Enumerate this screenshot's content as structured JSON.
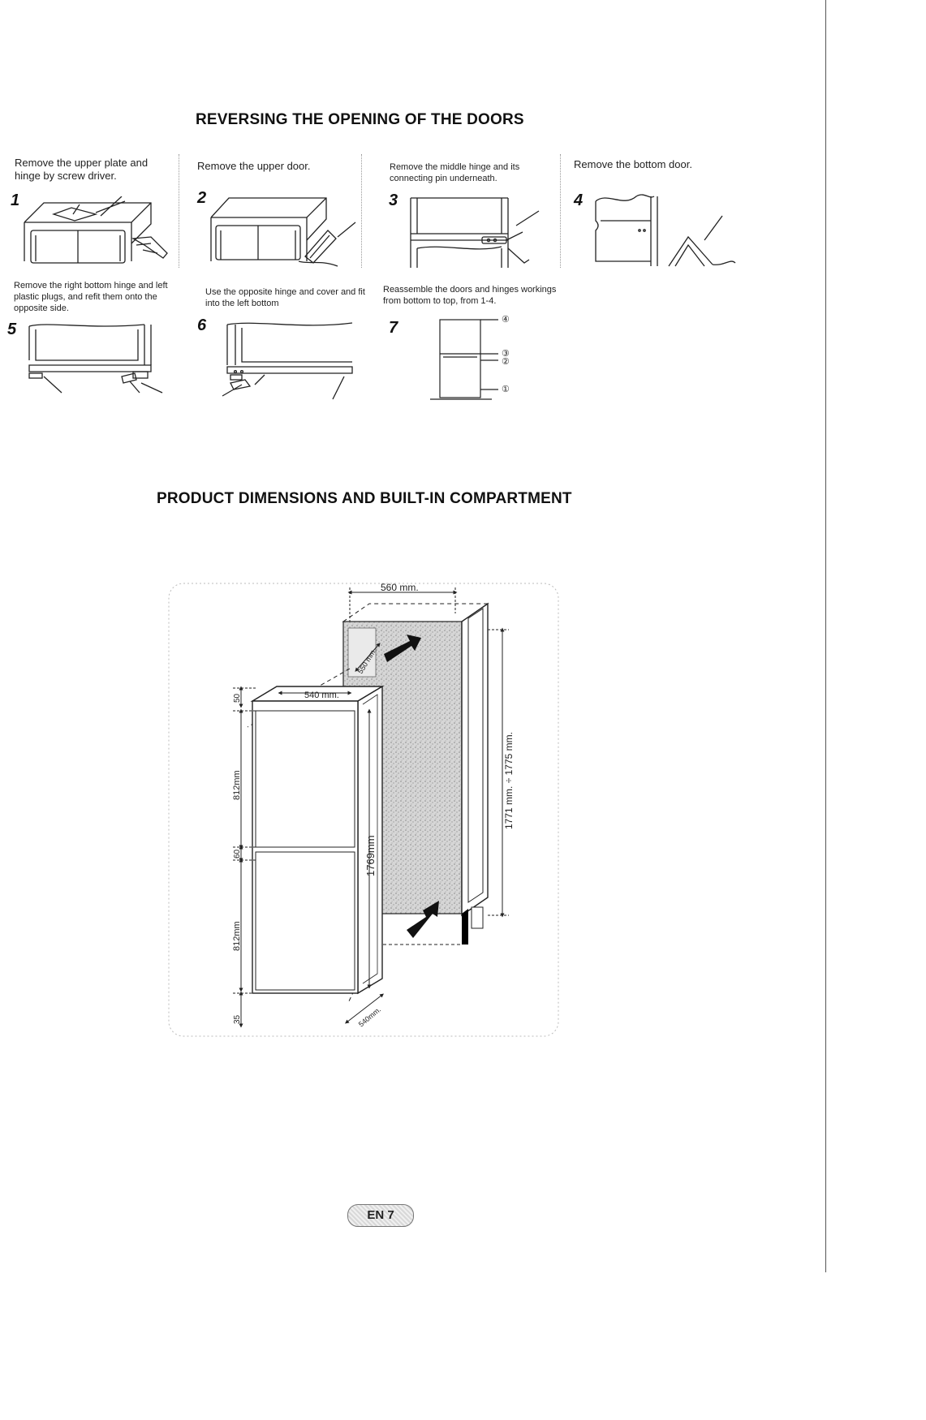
{
  "section1": {
    "title": "REVERSING THE OPENING OF THE DOORS",
    "steps": [
      {
        "num": "1",
        "text": "Remove the upper plate and hinge by screw driver."
      },
      {
        "num": "2",
        "text": "Remove the upper door."
      },
      {
        "num": "3",
        "text": "Remove the middle hinge and its connecting pin underneath."
      },
      {
        "num": "4",
        "text": "Remove the bottom door."
      },
      {
        "num": "5",
        "text": "Remove the right bottom hinge and left plastic plugs, and refit them onto the opposite side."
      },
      {
        "num": "6",
        "text": "Use the opposite hinge and cover and fit into the left bottom"
      },
      {
        "num": "7",
        "text": "Reassemble the doors and hinges workings from bottom to top, from 1-4."
      }
    ],
    "hinge_labels": [
      "④",
      "③",
      "②",
      "①"
    ]
  },
  "section2": {
    "title": "PRODUCT DIMENSIONS AND BUILT-IN COMPARTMENT",
    "dimensions": {
      "niche_width": "560 mm.",
      "niche_depth": "550 mm.",
      "niche_height": "1771 mm. ÷ 1775 mm.",
      "appliance_width": "540 mm.",
      "appliance_depth": "540mm.",
      "appliance_height": "1769mm",
      "top_gap": "50",
      "upper_door": "812mm",
      "middle_gap": "60",
      "lower_door": "812mm",
      "bottom_gap": "35"
    }
  },
  "footer": {
    "page_label": "EN 7"
  }
}
